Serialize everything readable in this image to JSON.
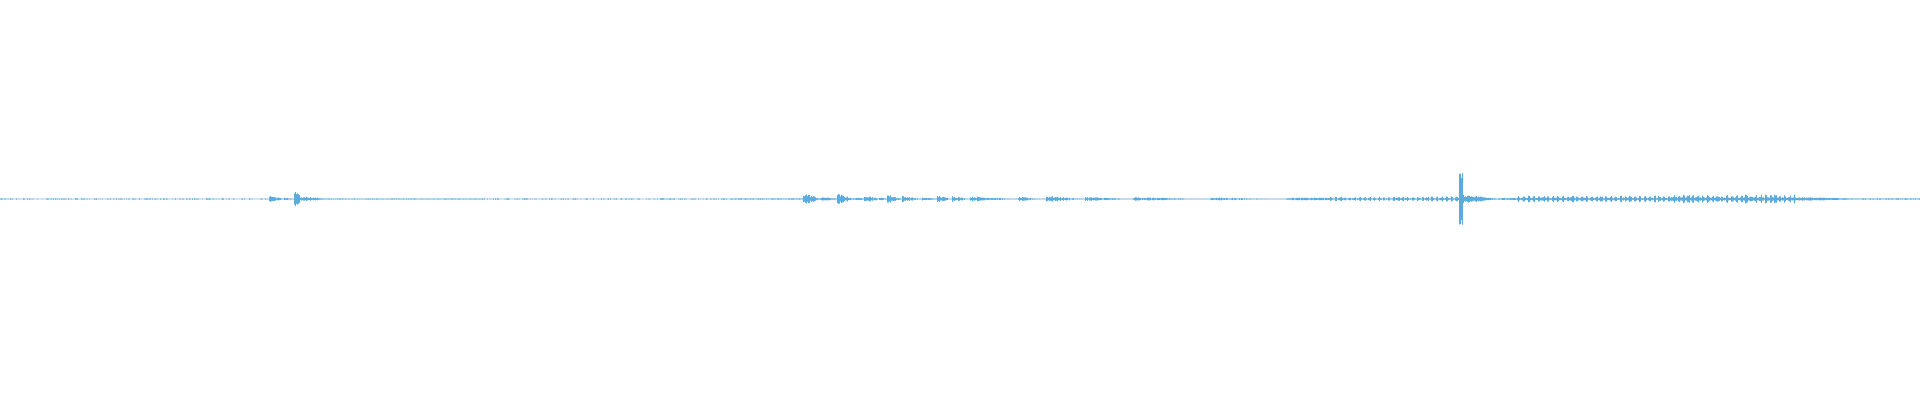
{
  "waveform": {
    "color": "#5aace0",
    "background": "#ffffff",
    "segments": [
      {
        "start": 0.0,
        "end": 0.14,
        "amp": 0.3,
        "style": "dots"
      },
      {
        "start": 0.14,
        "end": 0.148,
        "amp": 3.5,
        "style": "burst"
      },
      {
        "start": 0.148,
        "end": 0.153,
        "amp": 1.5,
        "style": "burst"
      },
      {
        "start": 0.153,
        "end": 0.158,
        "amp": 8.0,
        "style": "burst"
      },
      {
        "start": 0.158,
        "end": 0.17,
        "amp": 2.0,
        "style": "decay"
      },
      {
        "start": 0.17,
        "end": 0.25,
        "amp": 0.6,
        "style": "line"
      },
      {
        "start": 0.25,
        "end": 0.38,
        "amp": 0.4,
        "style": "dots"
      },
      {
        "start": 0.38,
        "end": 0.418,
        "amp": 0.7,
        "style": "line"
      },
      {
        "start": 0.418,
        "end": 0.428,
        "amp": 6.0,
        "style": "burst"
      },
      {
        "start": 0.428,
        "end": 0.436,
        "amp": 1.5,
        "style": "decay"
      },
      {
        "start": 0.436,
        "end": 0.446,
        "amp": 5.0,
        "style": "burst"
      },
      {
        "start": 0.446,
        "end": 0.45,
        "amp": 1.2,
        "style": "decay"
      },
      {
        "start": 0.45,
        "end": 0.458,
        "amp": 4.5,
        "style": "burst"
      },
      {
        "start": 0.458,
        "end": 0.462,
        "amp": 1.0,
        "style": "decay"
      },
      {
        "start": 0.462,
        "end": 0.47,
        "amp": 4.5,
        "style": "burst"
      },
      {
        "start": 0.47,
        "end": 0.48,
        "amp": 3.0,
        "style": "burst"
      },
      {
        "start": 0.48,
        "end": 0.488,
        "amp": 1.0,
        "style": "decay"
      },
      {
        "start": 0.488,
        "end": 0.496,
        "amp": 3.5,
        "style": "burst"
      },
      {
        "start": 0.496,
        "end": 0.505,
        "amp": 3.0,
        "style": "burst"
      },
      {
        "start": 0.505,
        "end": 0.53,
        "amp": 2.5,
        "style": "burst"
      },
      {
        "start": 0.53,
        "end": 0.545,
        "amp": 2.0,
        "style": "burst"
      },
      {
        "start": 0.545,
        "end": 0.565,
        "amp": 3.0,
        "style": "burst"
      },
      {
        "start": 0.565,
        "end": 0.59,
        "amp": 2.0,
        "style": "burst"
      },
      {
        "start": 0.59,
        "end": 0.63,
        "amp": 1.8,
        "style": "burst"
      },
      {
        "start": 0.63,
        "end": 0.67,
        "amp": 1.5,
        "style": "burst"
      },
      {
        "start": 0.67,
        "end": 0.69,
        "amp": 1.2,
        "style": "line"
      },
      {
        "start": 0.69,
        "end": 0.745,
        "amp": 2.0,
        "style": "dense"
      },
      {
        "start": 0.745,
        "end": 0.76,
        "amp": 2.5,
        "style": "dense"
      },
      {
        "start": 0.76,
        "end": 0.762,
        "amp": 26.0,
        "style": "spike"
      },
      {
        "start": 0.762,
        "end": 0.78,
        "amp": 4.0,
        "style": "decay"
      },
      {
        "start": 0.78,
        "end": 0.79,
        "amp": 1.0,
        "style": "line"
      },
      {
        "start": 0.79,
        "end": 0.87,
        "amp": 3.0,
        "style": "dense"
      },
      {
        "start": 0.87,
        "end": 0.935,
        "amp": 4.0,
        "style": "dense"
      },
      {
        "start": 0.935,
        "end": 0.97,
        "amp": 1.5,
        "style": "decay"
      },
      {
        "start": 0.97,
        "end": 1.0,
        "amp": 0.7,
        "style": "line"
      }
    ]
  }
}
